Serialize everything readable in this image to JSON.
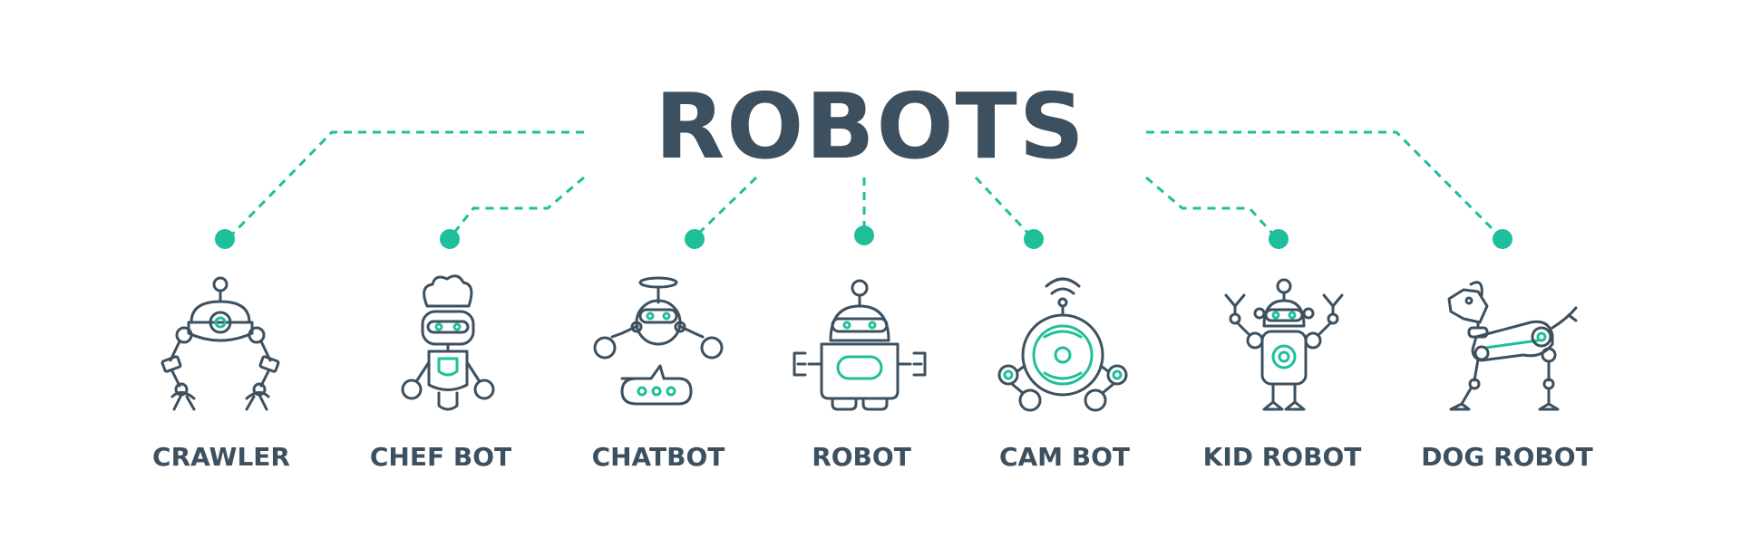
{
  "title": "ROBOTS",
  "colors": {
    "dark": "#3d5060",
    "accent": "#1fbf9a",
    "background": "#ffffff"
  },
  "items": [
    {
      "label": "CRAWLER",
      "icon": "crawler-robot-icon"
    },
    {
      "label": "CHEF BOT",
      "icon": "chef-bot-icon"
    },
    {
      "label": "CHATBOT",
      "icon": "chatbot-icon"
    },
    {
      "label": "ROBOT",
      "icon": "robot-icon"
    },
    {
      "label": "CAM BOT",
      "icon": "cam-bot-icon"
    },
    {
      "label": "KID ROBOT",
      "icon": "kid-robot-icon"
    },
    {
      "label": "DOG ROBOT",
      "icon": "dog-robot-icon"
    }
  ]
}
